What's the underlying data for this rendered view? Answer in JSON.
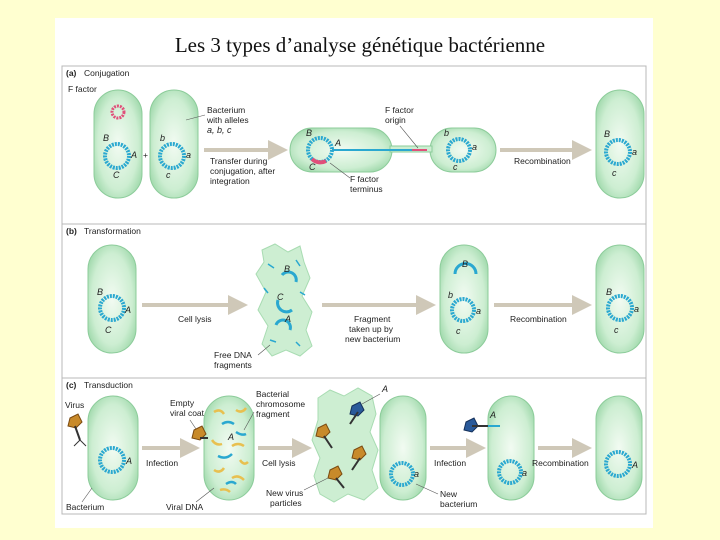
{
  "title": "Les 3 types d’analyse génétique bactérienne",
  "colors": {
    "background": "#ffffd0",
    "cell_fill": "#c8eccc",
    "dna": "#2aa8d0",
    "f_factor": "#e0507a",
    "arrow": "#cfc8b8"
  },
  "sections": {
    "a": {
      "label": "(a)",
      "title": "Conjugation"
    },
    "b": {
      "label": "(b)",
      "title": "Transformation"
    },
    "c": {
      "label": "(c)",
      "title": "Transduction"
    }
  },
  "conjugation": {
    "f_factor": "F factor",
    "bacterium_alleles_1": "Bacterium",
    "bacterium_alleles_2": "with alleles",
    "bacterium_alleles_3": "a, b, c",
    "plus": "+",
    "transfer_1": "Transfer during",
    "transfer_2": "conjugation, after",
    "transfer_3": "integration",
    "origin_1": "F factor",
    "origin_2": "origin",
    "terminus_1": "F factor",
    "terminus_2": "terminus",
    "recombination": "Recombination"
  },
  "transformation": {
    "cell_lysis": "Cell lysis",
    "fragment_1": "Fragment",
    "fragment_2": "taken up by",
    "fragment_3": "new bacterium",
    "free_dna_1": "Free DNA",
    "free_dna_2": "fragments",
    "recombination": "Recombination"
  },
  "transduction": {
    "virus": "Virus",
    "empty_coat_1": "Empty",
    "empty_coat_2": "viral coat",
    "bact_chrom_1": "Bacterial",
    "bact_chrom_2": "chromosome",
    "bact_chrom_3": "fragment",
    "infection_1": "Infection",
    "cell_lysis": "Cell lysis",
    "infection_2": "Infection",
    "recombination": "Recombination",
    "bacterium": "Bacterium",
    "viral_dna": "Viral DNA",
    "new_virus_1": "New virus",
    "new_virus_2": "particles",
    "new_bact_1": "New",
    "new_bact_2": "bacterium"
  },
  "genes": {
    "A": "A",
    "B": "B",
    "C": "C",
    "a": "a",
    "b": "b",
    "c": "c"
  }
}
